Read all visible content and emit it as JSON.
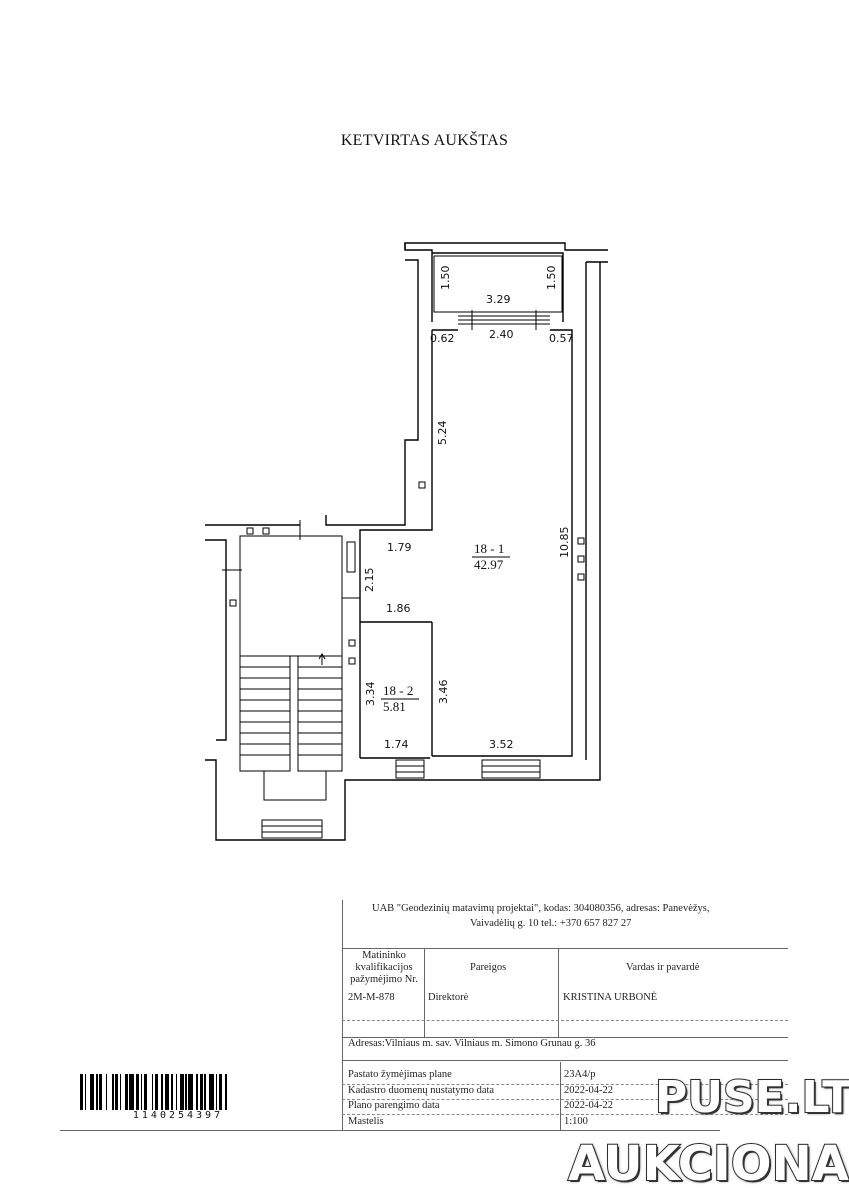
{
  "title": "KETVIRTAS AUKŠTAS",
  "plan": {
    "dims": {
      "balcony_h_left": "1.50",
      "balcony_h_right": "1.50",
      "balcony_w": "3.29",
      "window_w": "2.40",
      "left_offset": "0.62",
      "right_offset": "0.57",
      "upper_wall": "5.24",
      "room_height": "10.85",
      "entry_w": "1.79",
      "entry_h": "2.15",
      "corridor_w": "1.86",
      "small_room_h": "3.34",
      "main_lower_h": "3.46",
      "small_room_w": "1.74",
      "main_bottom_w": "3.52"
    },
    "rooms": [
      {
        "id": "18 - 1",
        "area": "42.97"
      },
      {
        "id": "18 - 2",
        "area": "5.81"
      }
    ]
  },
  "title_block": {
    "company_line1": "UAB \"Geodezinių matavimų projektai\", kodas: 304080356, adresas: Panevėžys,",
    "company_line2": "Vaivadėlių g. 10 tel.: +370 657 827 27",
    "col_cert_line1": "Matininko",
    "col_cert_line2": "kvalifikacijos",
    "col_cert_line3": "pažymėjimo Nr.",
    "col_position": "Pareigos",
    "col_name": "Vardas ir pavardė",
    "cert_no": "2M-M-878",
    "position": "Direktorė",
    "name": "KRISTINA URBONĖ",
    "address": "Adresas:Vilniaus m. sav. Vilniaus m. Simono Grunau g. 36",
    "rows": [
      {
        "label": "Pastato žymėjimas plane",
        "value": "23A4/p"
      },
      {
        "label": "Kadastro duomenų nustatymo data",
        "value": "2022-04-22"
      },
      {
        "label": "Plano parengimo data",
        "value": "2022-04-22"
      },
      {
        "label": "Mastelis",
        "value": "1:100"
      }
    ]
  },
  "barcode_number": "1140254397",
  "watermark": {
    "line1": "PUSE.LT",
    "line2": "AUKCIONAI"
  }
}
